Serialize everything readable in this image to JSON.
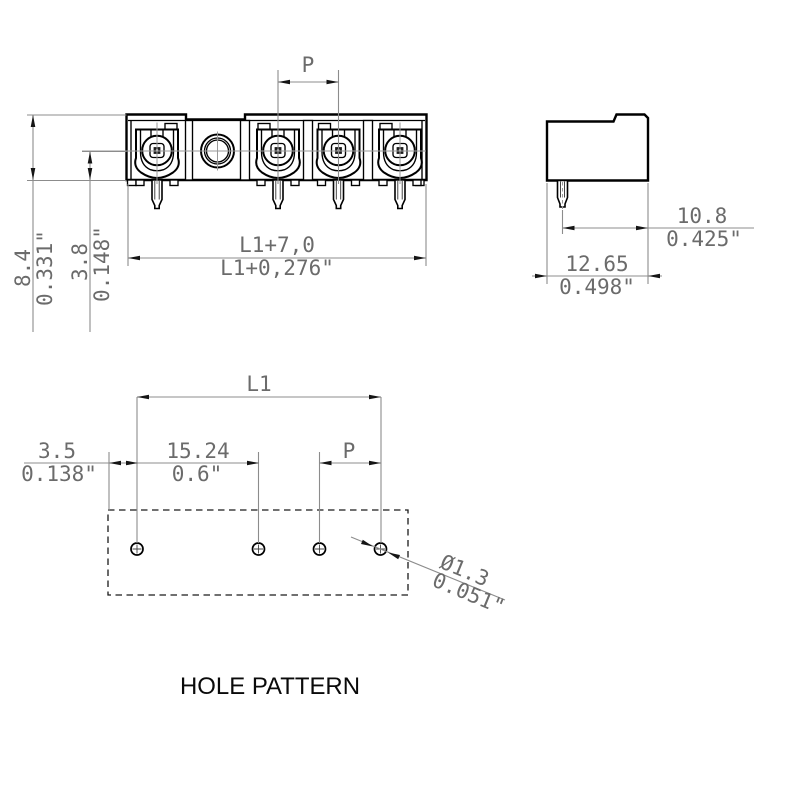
{
  "drawing": {
    "title": "HOLE PATTERN",
    "front_view": {
      "pitch_label": "P",
      "overall_width_mm": "L1+7,0",
      "overall_width_inch": "L1+0,276\"",
      "height_mm": "8.4",
      "height_inch": "0.331\"",
      "pin_to_base_mm": "3.8",
      "pin_to_base_inch": "0.148\""
    },
    "side_view": {
      "pin_to_front_mm": "10.8",
      "pin_to_front_inch": "0.425\"",
      "depth_mm": "12.65",
      "depth_inch": "0.498\""
    },
    "hole_pattern": {
      "length_label": "L1",
      "edge_to_hole_mm": "3.5",
      "edge_to_hole_inch": "0.138\"",
      "first_pitch_mm": "15.24",
      "first_pitch_inch": "0.6\"",
      "pitch_label": "P",
      "hole_diameter_mm": "Ø1.3",
      "hole_diameter_inch": "0.051\""
    }
  }
}
